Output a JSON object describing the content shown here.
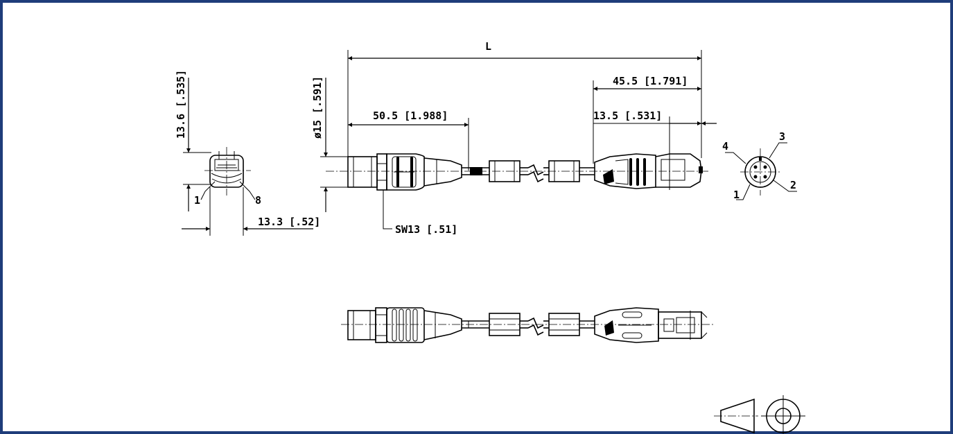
{
  "dimensions": {
    "overall_length": "L",
    "right_end": "45.5 [1.791]",
    "left_connector": "50.5 [1.988]",
    "rj45_body": "13.5 [.531]",
    "diameter": "ø15 [.591]",
    "wrench_size": "SW13 [.51]",
    "rj45_height": "13.6 [.535]",
    "rj45_width": "13.3 [.52]"
  },
  "pins": {
    "rj45_pin_first": "1",
    "rj45_pin_last": "8",
    "m12_pin_1": "1",
    "m12_pin_2": "2",
    "m12_pin_3": "3",
    "m12_pin_4": "4"
  },
  "colors": {
    "frame": "#1f3d7a",
    "lines": "#000000"
  },
  "icons": {
    "projection_symbol": "first-angle-projection-icon"
  }
}
